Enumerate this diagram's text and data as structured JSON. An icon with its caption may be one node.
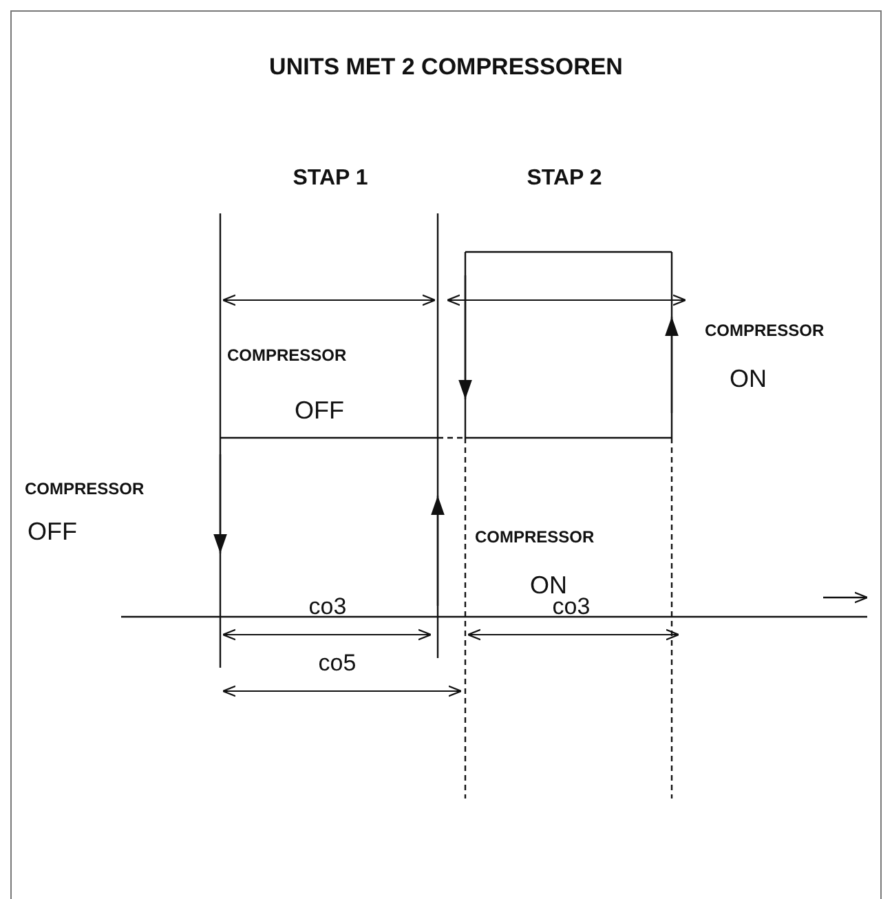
{
  "diagram": {
    "title": "UNITS MET 2 COMPRESSOREN",
    "labels": [
      "STAP 1",
      "STAP 2",
      "COMPRESSOR",
      "OFF",
      "COMPRESSOR",
      "ON",
      "COMPRESSOR",
      "OFF",
      "COMPRESSOR",
      "ON",
      "co3",
      "co3",
      "co5"
    ]
  }
}
